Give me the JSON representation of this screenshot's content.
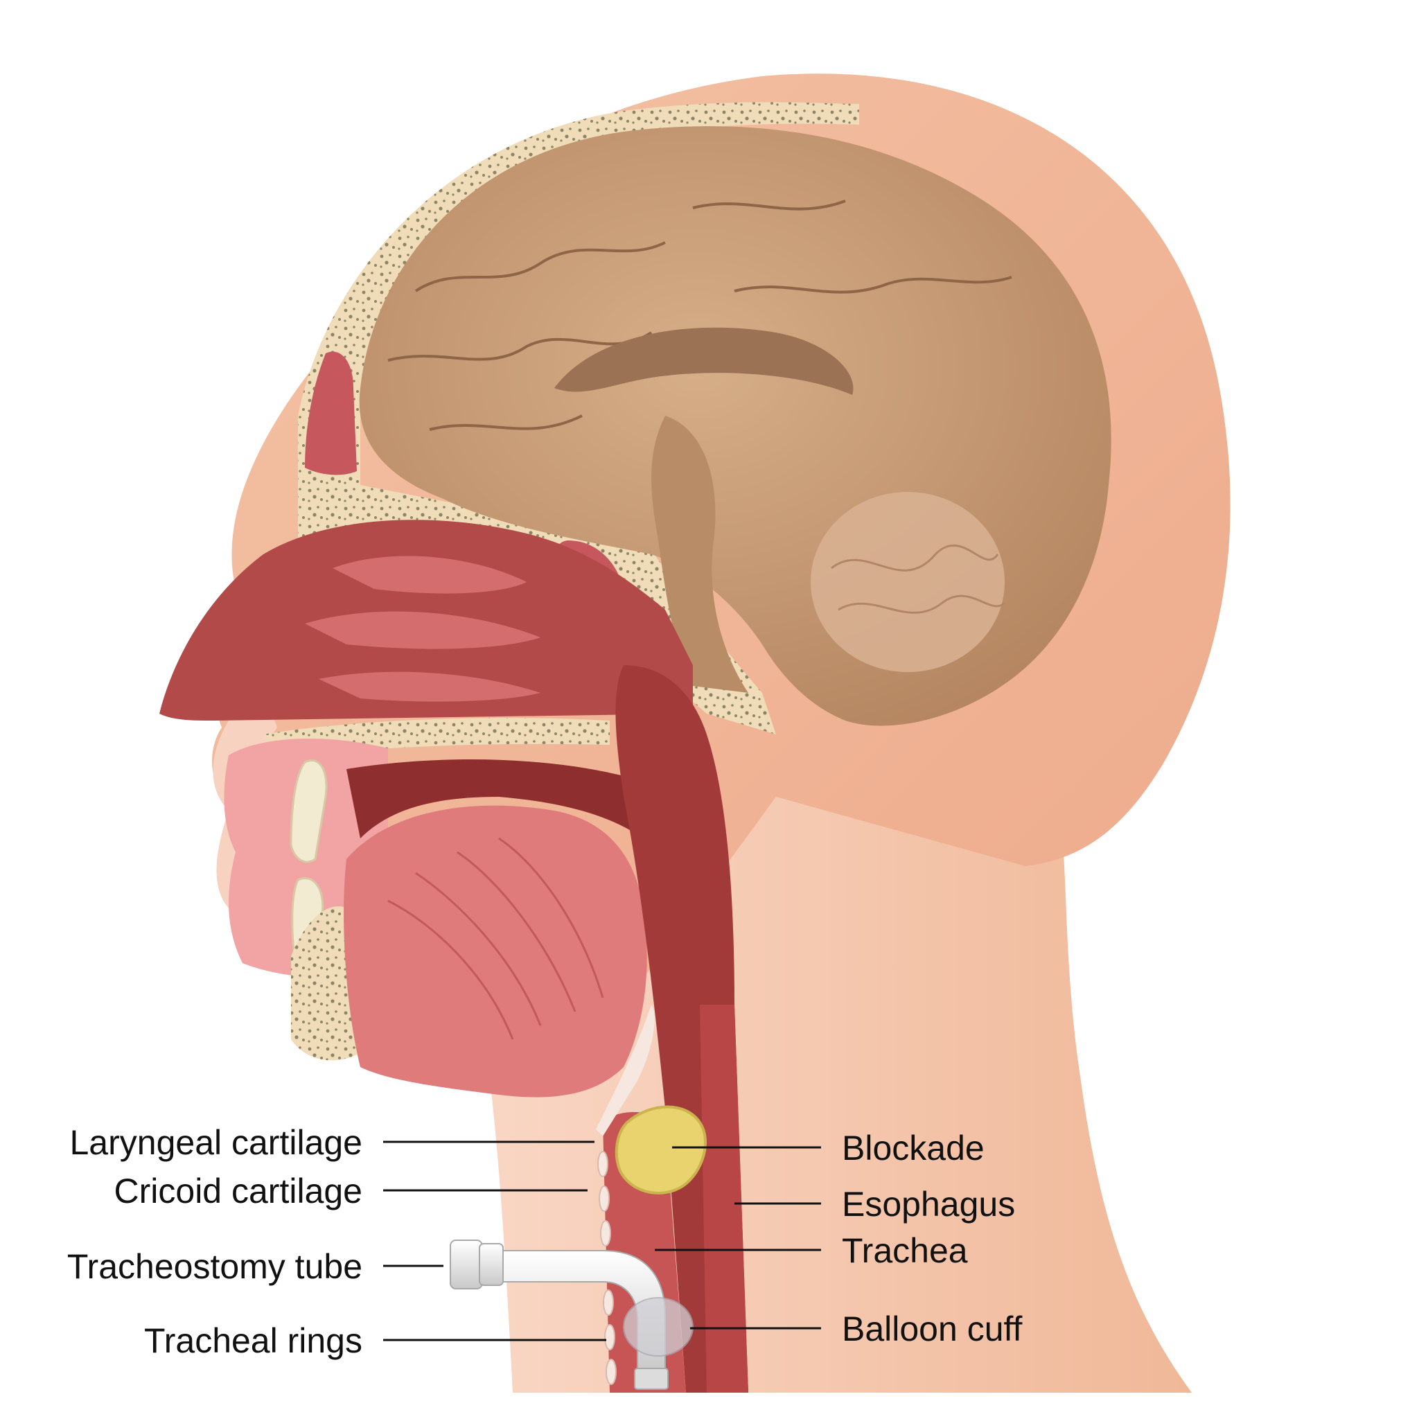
{
  "labels_left": [
    "Laryngeal cartilage",
    "Cricoid cartilage",
    "Tracheostomy tube",
    "Tracheal rings"
  ],
  "labels_right": [
    "Blockade",
    "Esophagus",
    "Trachea",
    "Balloon cuff"
  ],
  "colors": {
    "skin": "#f3b899",
    "skin_light": "#f9d3bf",
    "bone": "#f0dcb8",
    "bone_speckle": "#8c8566",
    "brain": "#c79c78",
    "brain_shadow": "#a77c5a",
    "nasal_cavity": "#b34a4a",
    "tissue_dark": "#8e2e2e",
    "tongue": "#e07b7b",
    "blockade": "#e8d36e",
    "tube": "#e6e6e6",
    "label_text": "#111111"
  }
}
